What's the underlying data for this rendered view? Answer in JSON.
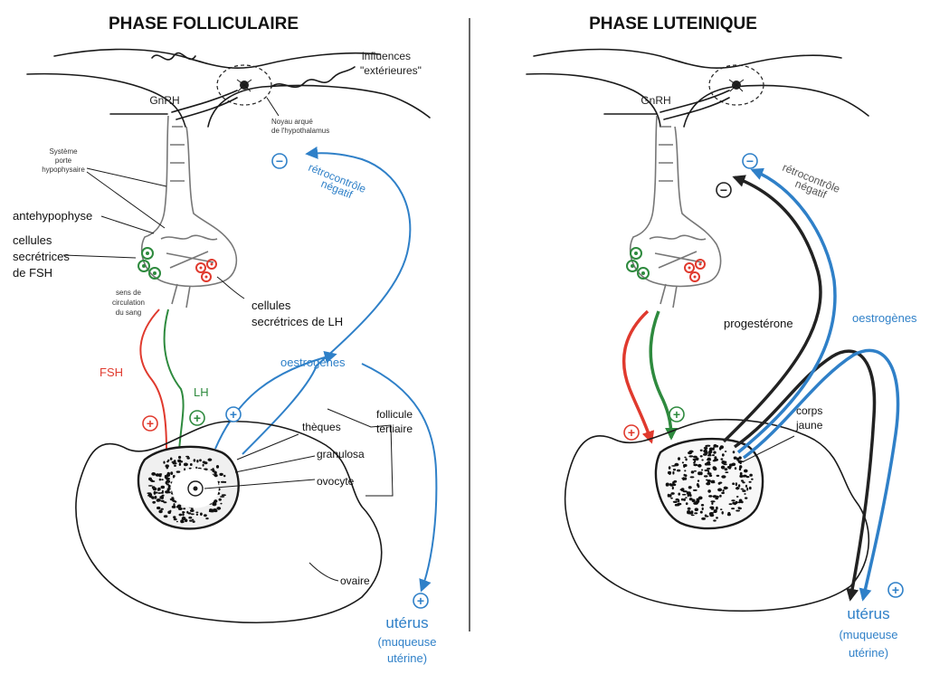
{
  "left_panel": {
    "title": "PHASE FOLLICULAIRE",
    "labels": {
      "influences_line1": "influences",
      "influences_line2": "\"extérieures\"",
      "gnrh": "GnRH",
      "noyau_line1": "Noyau arqué",
      "noyau_line2": "de l'hypothalamus",
      "systeme_line1": "Système",
      "systeme_line2": "porte",
      "systeme_line3": "hypophysaire",
      "antehypophyse": "antehypophyse",
      "fsh_cells_line1": "cellules",
      "fsh_cells_line2": "secrétrices",
      "fsh_cells_line3": "de FSH",
      "sens_line1": "sens de",
      "sens_line2": "circulation",
      "sens_line3": "du sang",
      "lh_cells_line1": "cellules",
      "lh_cells_line2": "secrétrices de LH",
      "retro_line1": "rétrocontrôle",
      "retro_line2": "négatif",
      "oestrogenes": "oestrogènes",
      "fsh": "FSH",
      "lh": "LH",
      "follicule_line1": "follicule",
      "follicule_line2": "tertiaire",
      "theques": "thèques",
      "granulosa": "granulosa",
      "ovocyte": "ovocyte",
      "ovaire": "ovaire",
      "uterus": "utérus",
      "muqueuse_line1": "(muqueuse",
      "muqueuse_line2": "utérine)",
      "plus_sign": "+",
      "minus_sign": "−"
    }
  },
  "right_panel": {
    "title": "PHASE LUTEINIQUE",
    "labels": {
      "gnrh": "GnRH",
      "retro_line1": "rétrocontrôle",
      "retro_line2": "négatif",
      "progesterone": "progestérone",
      "oestrogenes": "oestrogènes",
      "corps_line1": "corps",
      "corps_line2": "jaune",
      "uterus": "utérus",
      "muqueuse_line1": "(muqueuse",
      "muqueuse_line2": "utérine)",
      "plus_sign": "+",
      "minus_sign": "−"
    }
  },
  "colors": {
    "oestrogen_blue": "#2f80c8",
    "fsh_red": "#e03a2e",
    "lh_green": "#2e8a3e",
    "ink": "#1a1a1a"
  }
}
